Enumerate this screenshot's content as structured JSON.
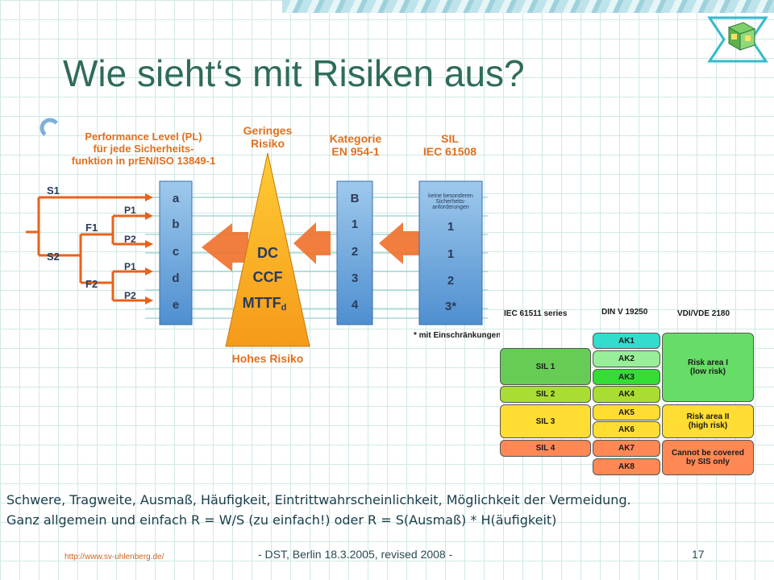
{
  "slide": {
    "title": "Wie sieht‘s mit Risiken aus?",
    "body_line_1": "Schwere, Tragweite, Ausmaß, Häufigkeit, Eintrittwahrscheinlichkeit, Möglichkeit der Vermeidung.",
    "body_line_2": "Ganz allgemein und einfach R = W/S (zu einfach!) oder R = S(Ausmaß) * H(äufigkeit)",
    "footer_url": "http://www.sv-uhlenberg.de/",
    "footer_center": "- DST, Berlin 18.3.2005, revised 2008 -",
    "page_number": "17"
  },
  "diagram": {
    "pl_header": [
      "Performance Level (PL)",
      "für jede Sicherheits-",
      "funktion in prEN/ISO 13849-1"
    ],
    "low_risk": [
      "Geringes",
      "Risiko"
    ],
    "high_risk": "Hohes Risiko",
    "kategorie_header": [
      "Kategorie",
      "EN 954-1"
    ],
    "sil_header": [
      "SIL",
      "IEC 61508"
    ],
    "tree": {
      "s1": "S1",
      "s2": "S2",
      "f1": "F1",
      "f2": "F2",
      "p1a": "P1",
      "p2a": "P2",
      "p1b": "P1",
      "p2b": "P2"
    },
    "pl_levels": [
      "a",
      "b",
      "c",
      "d",
      "e"
    ],
    "pyramid_labels": [
      "DC",
      "CCF",
      "MTTF",
      "d"
    ],
    "categories": [
      "B",
      "1",
      "2",
      "3",
      "4"
    ],
    "sil_note": [
      "keine besonderen",
      "Sicherheits-",
      "anforderungen"
    ],
    "sil_values": [
      "1",
      "1",
      "2",
      "3*"
    ],
    "footnote": "* mit Einschränkungen"
  },
  "sil_table": {
    "headers": [
      "IEC 61511 series",
      "DIN V 19250",
      "VDI/VDE 2180"
    ],
    "sil": [
      "SIL 1",
      "SIL 2",
      "SIL 3",
      "SIL 4"
    ],
    "ak": [
      "AK1",
      "AK2",
      "AK3",
      "AK4",
      "AK5",
      "AK6",
      "AK7",
      "AK8"
    ],
    "risk_area_1": [
      "Risk area I",
      "(low risk)"
    ],
    "risk_area_2": [
      "Risk area II",
      "(high risk)"
    ],
    "not_covered": [
      "Cannot be covered",
      "by SIS only"
    ],
    "colors": {
      "green": "#66cc55",
      "lime": "#aadd33",
      "yellow": "#ffdd33",
      "orange": "#ff8855",
      "teal": "#33ddcc",
      "lightgreen": "#99ee99"
    }
  }
}
